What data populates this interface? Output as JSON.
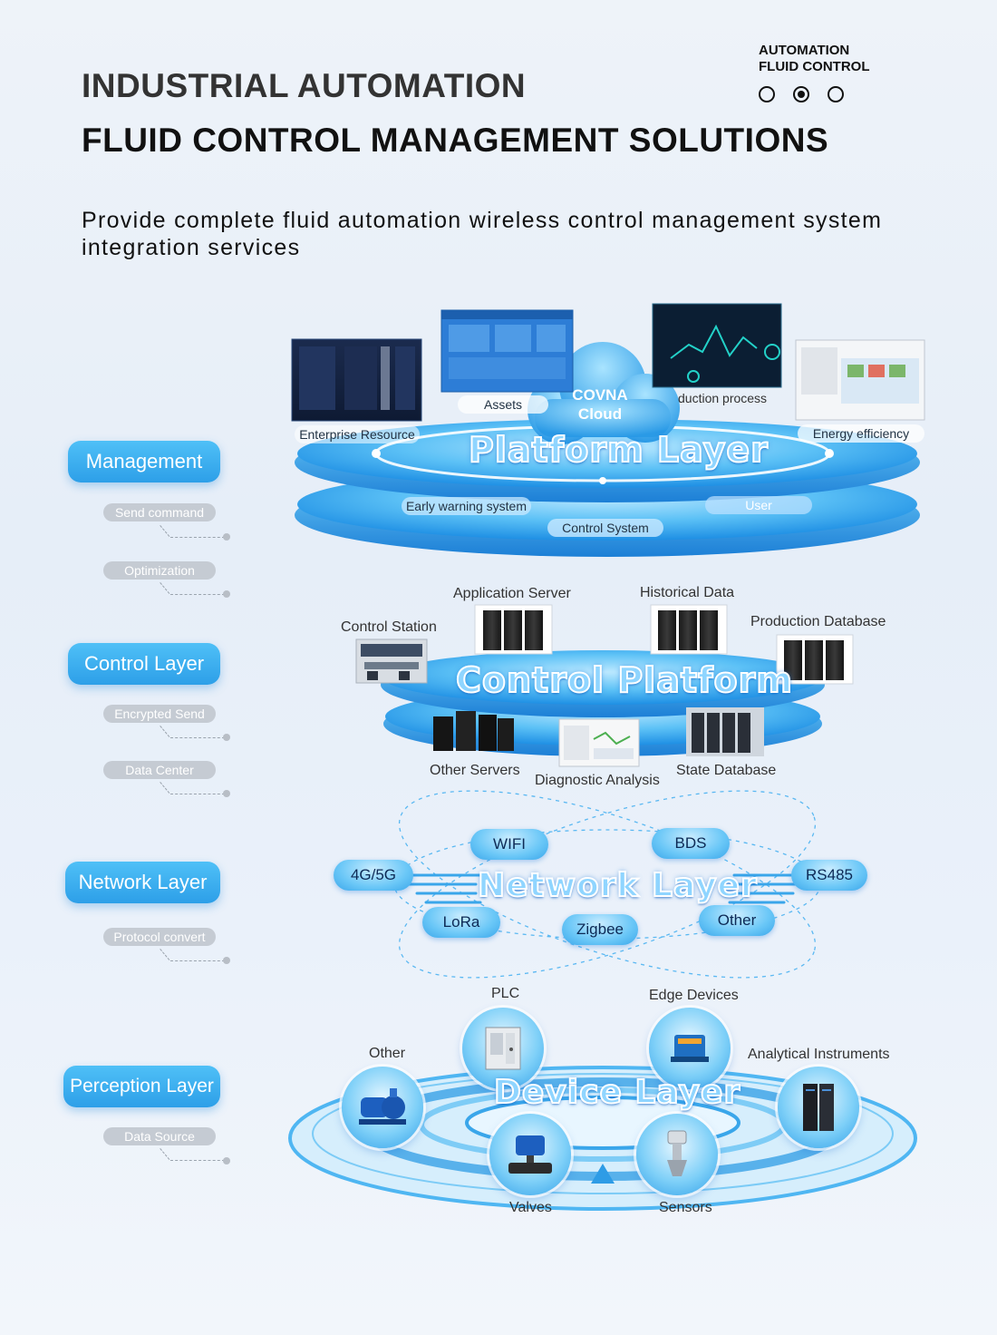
{
  "header": {
    "title_line1": "INDUSTRIAL AUTOMATION",
    "title_line2": "FLUID CONTROL MANAGEMENT SOLUTIONS",
    "corner_line1": "AUTOMATION",
    "corner_line2": "FLUID CONTROL",
    "subtitle": "Provide complete fluid automation wireless control management system integration services"
  },
  "side": {
    "management": {
      "label": "Management",
      "tags": [
        "Send command",
        "Optimization"
      ]
    },
    "control": {
      "label": "Control Layer",
      "tags": [
        "Encrypted Send",
        "Data Center"
      ]
    },
    "network": {
      "label": "Network Layer",
      "tags": [
        "Protocol convert"
      ]
    },
    "perception": {
      "label": "Perception Layer",
      "tags": [
        "Data Source"
      ]
    }
  },
  "platform": {
    "title": "Platform Layer",
    "cloud_line1": "COVNA",
    "cloud_line2": "Cloud",
    "labels": [
      "Enterprise Resource",
      "Assets",
      "duction process",
      "Energy efficiency",
      "Early warning system",
      "User",
      "Control System"
    ]
  },
  "control_platform": {
    "title": "Control Platform",
    "labels": [
      "Application Server",
      "Historical Data",
      "Production Database",
      "Control Station",
      "Other Servers",
      "Diagnostic Analysis",
      "State Database"
    ]
  },
  "network": {
    "title": "Network Layer",
    "nodes": [
      "WIFI",
      "BDS",
      "4G/5G",
      "RS485",
      "LoRa",
      "Zigbee",
      "Other"
    ]
  },
  "device": {
    "title": "Device Layer",
    "labels": [
      "PLC",
      "Edge Devices",
      "Other",
      "Analytical Instruments",
      "Valves",
      "Sensors"
    ]
  },
  "colors": {
    "accent": "#2d9fe8",
    "disc_light": "#8fd5ff",
    "tag_gray": "#c5cbd3"
  }
}
